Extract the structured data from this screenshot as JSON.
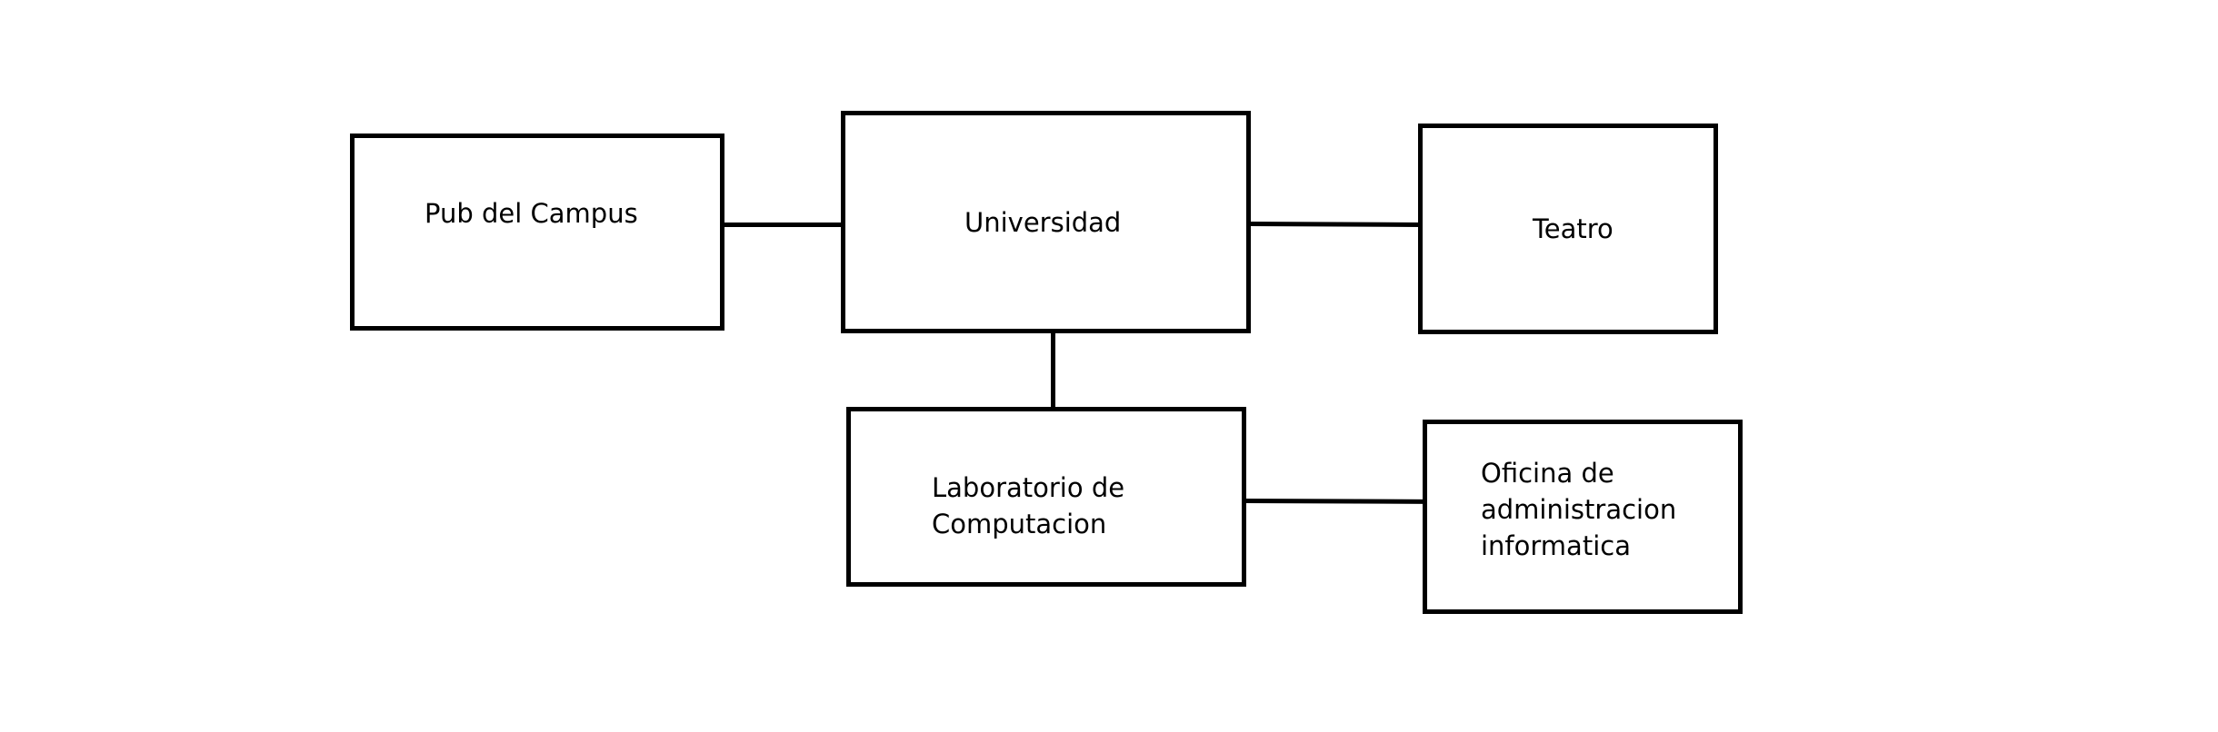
{
  "diagram": {
    "nodes": {
      "pub": {
        "lines": [
          "Pub del Campus"
        ]
      },
      "universidad": {
        "lines": [
          "Universidad"
        ]
      },
      "teatro": {
        "lines": [
          "Teatro"
        ]
      },
      "laboratorio": {
        "lines": [
          "Laboratorio de",
          "Computacion"
        ]
      },
      "oficina": {
        "lines": [
          "Oficina de",
          "administracion",
          "informatica"
        ]
      }
    },
    "edges": [
      {
        "from": "pub",
        "to": "universidad"
      },
      {
        "from": "universidad",
        "to": "teatro"
      },
      {
        "from": "universidad",
        "to": "laboratorio"
      },
      {
        "from": "laboratorio",
        "to": "oficina"
      }
    ],
    "colors": {
      "stroke": "#000000",
      "background": "#ffffff",
      "text": "#000000"
    }
  }
}
